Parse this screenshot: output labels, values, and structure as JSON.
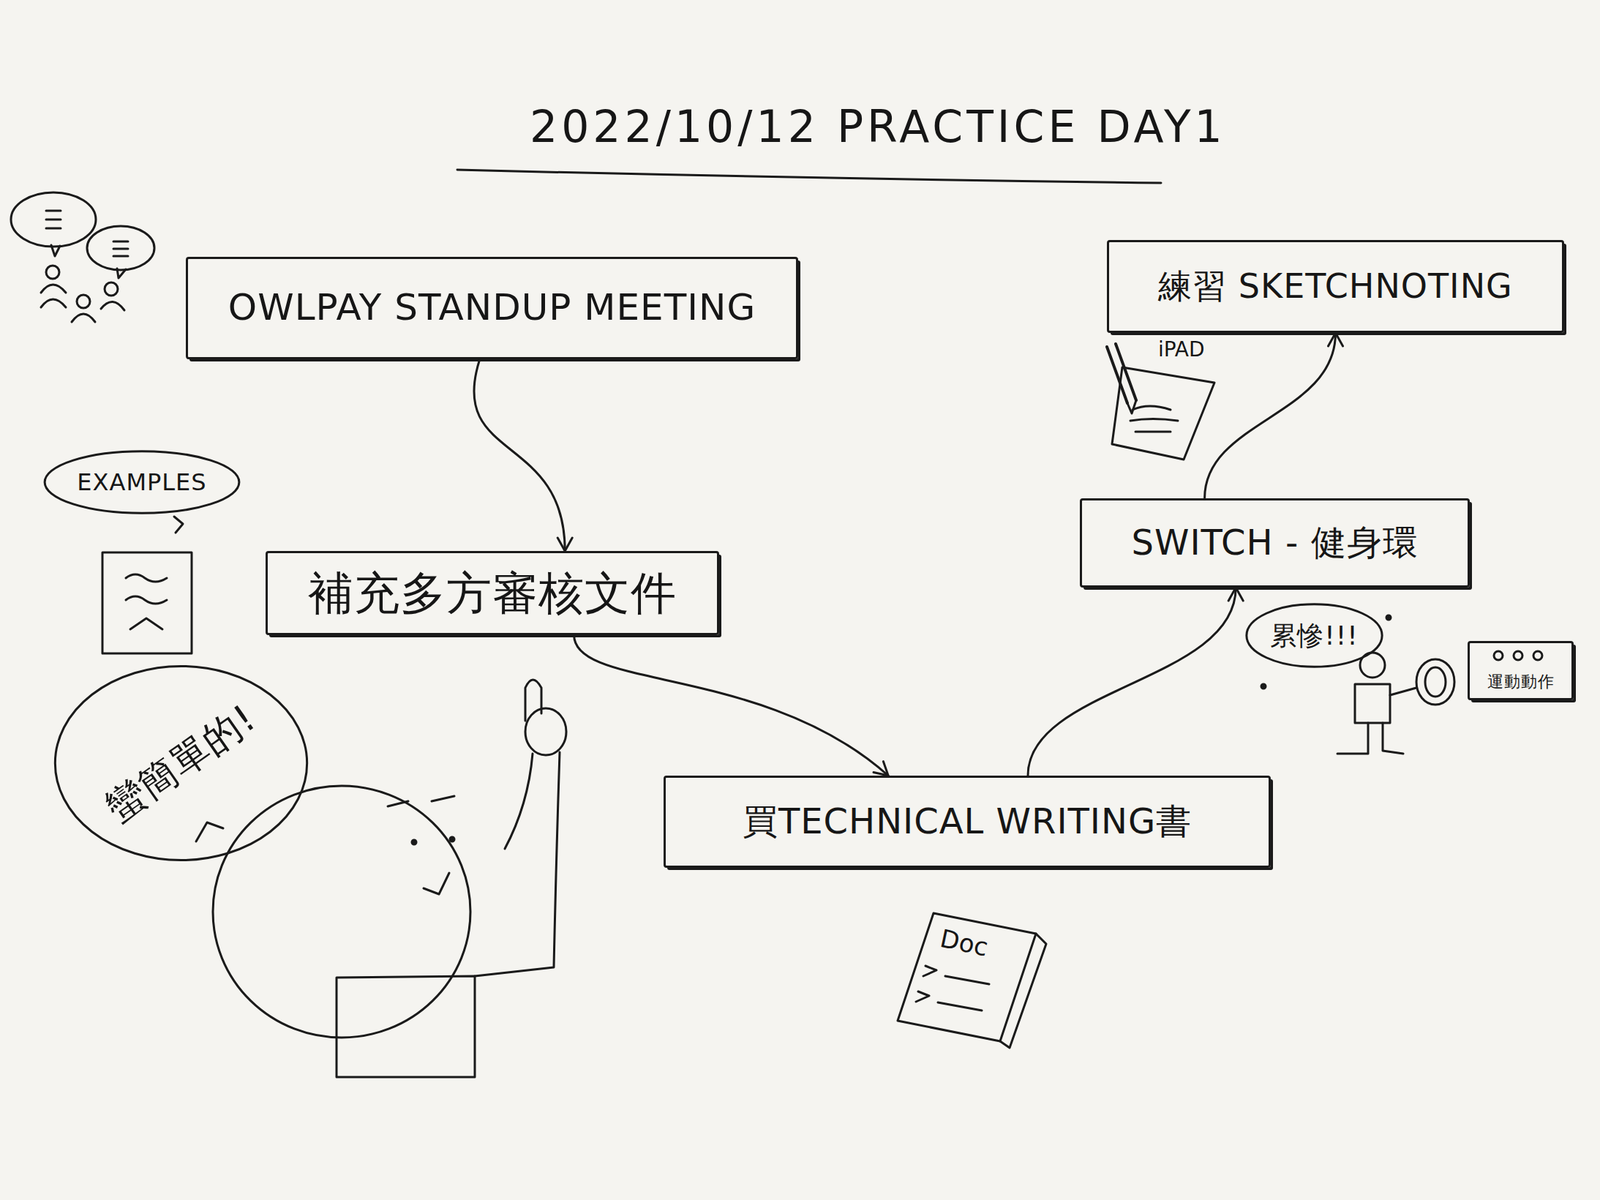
{
  "diagram": {
    "title": "2022/10/12 PRACTICE DAY1",
    "nodes": [
      {
        "text": [
          "OWLPAY STANDUP MEETING"
        ]
      },
      {
        "text": [
          "練習 SKETCHNOTING"
        ]
      },
      {
        "text": [
          "EXAMPLES"
        ]
      },
      {
        "text": [
          "SWITCH - 健身環"
        ]
      },
      {
        "text": [
          "補充多方審核文件"
        ]
      },
      {
        "text": [
          "累慘!!!"
        ]
      },
      {
        "text": [
          "運動動作"
        ]
      },
      {
        "text": [
          "蠻簡單的!"
        ]
      },
      {
        "text": [
          "買TECHNICAL WRITING書"
        ]
      }
    ],
    "edges": [
      {
        "from": 0,
        "to": 4,
        "arrow": "to"
      },
      {
        "from": 4,
        "to": 8,
        "arrow": "to"
      },
      {
        "from": 8,
        "to": 3,
        "arrow": "to"
      },
      {
        "from": 3,
        "to": 1,
        "arrow": "to"
      }
    ],
    "labels": [
      "iPAD",
      "Doc"
    ]
  }
}
